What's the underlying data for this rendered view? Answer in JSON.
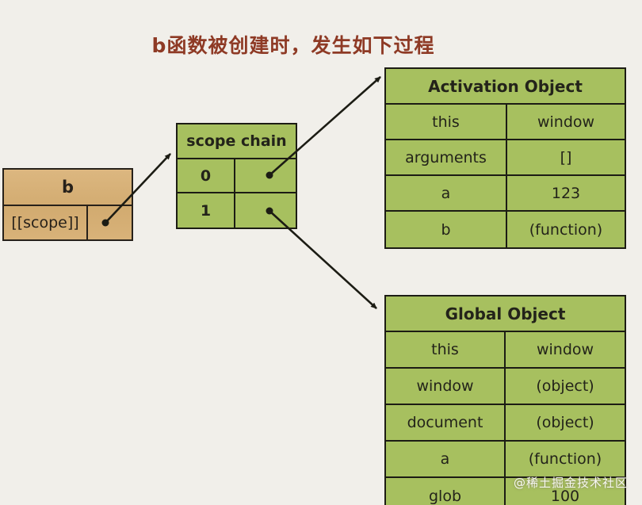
{
  "title": "b函数被创建时，发生如下过程",
  "b_box": {
    "header": "b",
    "scope_label": "[[scope]]"
  },
  "scope_chain": {
    "header": "scope chain",
    "rows": [
      "0",
      "1"
    ]
  },
  "activation_object": {
    "header": "Activation Object",
    "rows": [
      {
        "key": "this",
        "value": "window"
      },
      {
        "key": "arguments",
        "value": "[]"
      },
      {
        "key": "a",
        "value": "123"
      },
      {
        "key": "b",
        "value": "(function)"
      }
    ]
  },
  "global_object": {
    "header": "Global Object",
    "rows": [
      {
        "key": "this",
        "value": "window"
      },
      {
        "key": "window",
        "value": "(object)"
      },
      {
        "key": "document",
        "value": "(object)"
      },
      {
        "key": "a",
        "value": "(function)"
      },
      {
        "key": "glob",
        "value": "100"
      }
    ]
  },
  "watermark": {
    "text": "@稀土掘金技术社区"
  },
  "colors": {
    "background": "#f1efea",
    "table_green": "#a7c05f",
    "box_tan": "#d5ae74",
    "title_red": "#8e3a25",
    "line_black": "#1c1c14"
  }
}
